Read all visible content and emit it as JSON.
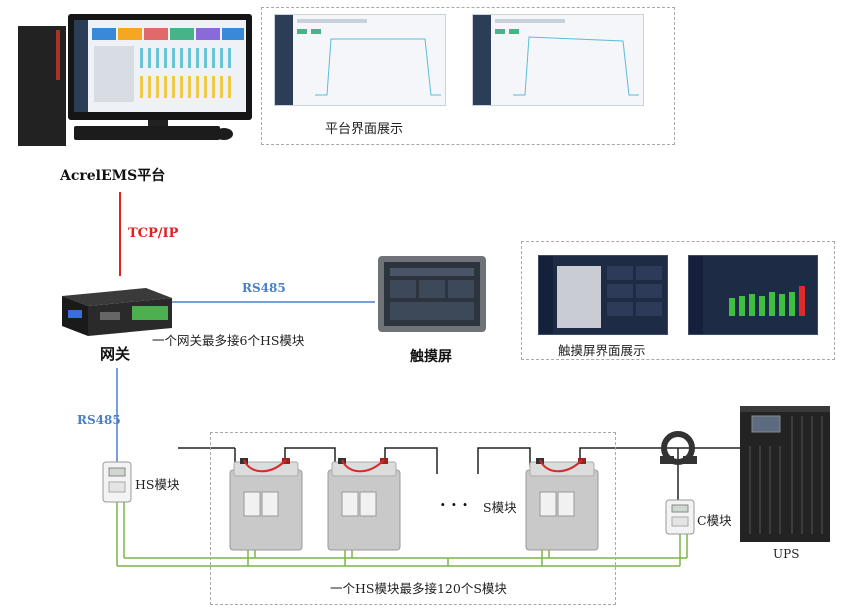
{
  "labels": {
    "platform": "AcrelEMS平台",
    "platform_caption": "平台界面展示",
    "tcpip": "TCP/IP",
    "rs485_top": "RS485",
    "rs485_left": "RS485",
    "gateway": "网关",
    "gateway_note": "一个网关最多接6个HS模块",
    "touchscreen": "触摸屏",
    "touchscreen_caption": "触摸屏界面展示",
    "hs_module": "HS模块",
    "s_module": "S模块",
    "c_module": "C模块",
    "ups": "UPS",
    "ellipsis": "· · ·",
    "hs_note": "一个HS模块最多接120个S模块"
  },
  "colors": {
    "tcpip_line": "#e02020",
    "rs485_line": "#4a7fc8",
    "bus_line": "#7ab648",
    "power_line": "#222222",
    "battery_cable": "#d42a2a"
  }
}
